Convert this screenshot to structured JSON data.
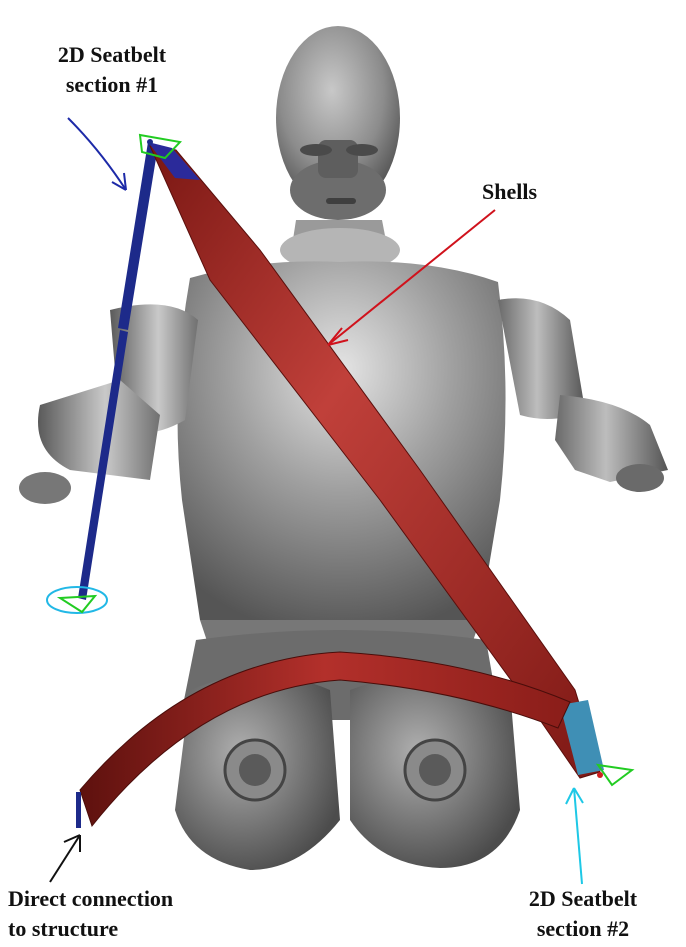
{
  "annotations": {
    "seatbelt_1": "2D Seatbelt\nsection #1",
    "shells": "Shells",
    "direct_connection": "Direct connection\nto structure",
    "seatbelt_2": "2D Seatbelt\nsection #2"
  },
  "colors": {
    "belt_red": "#a3231f",
    "belt_dark": "#6e1512",
    "seatbelt_2d": "#1d2a8a",
    "dummy_gray": "#8a8a8a",
    "arrow_blue": "#1d2aa8",
    "arrow_red": "#d0121c",
    "arrow_cyan": "#1ec8e6",
    "arrow_black": "#111111"
  }
}
